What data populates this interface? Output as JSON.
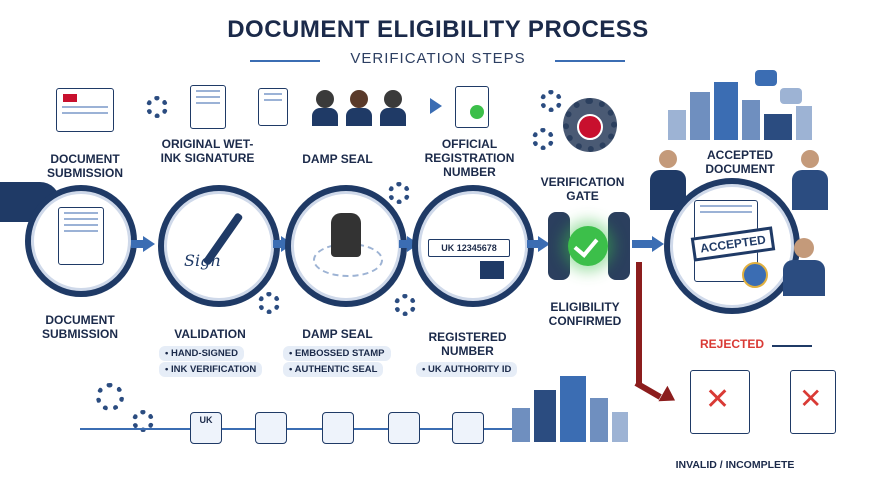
{
  "header": {
    "title": "DOCUMENT ELIGIBILITY PROCESS",
    "subtitle": "VERIFICATION STEPS"
  },
  "steps_top": [
    {
      "label": "DOCUMENT SUBMISSION"
    },
    {
      "label": "ORIGINAL WET-INK SIGNATURE"
    },
    {
      "label": "DAMP SEAL"
    },
    {
      "label": "OFFICIAL REGISTRATION NUMBER"
    },
    {
      "label": "VERIFICATION GATE"
    },
    {
      "label": "ACCEPTED DOCUMENT"
    }
  ],
  "steps_bottom": [
    {
      "label": "DOCUMENT SUBMISSION"
    },
    {
      "label": "VALIDATION",
      "pills": [
        "• HAND-SIGNED",
        "• INK VERIFICATION"
      ]
    },
    {
      "label": "DAMP SEAL",
      "pills": [
        "• EMBOSSED STAMP",
        "• AUTHENTIC SEAL"
      ]
    },
    {
      "label": "REGISTERED NUMBER",
      "pills": [
        "• UK AUTHORITY ID"
      ]
    },
    {
      "label": "ELIGIBILITY CONFIRMED"
    }
  ],
  "registration_sample": "UK 12345678",
  "accepted_stamp": "ACCEPTED",
  "rejected": {
    "label": "REJECTED",
    "caption": "INVALID / INCOMPLETE"
  },
  "doc_icon_text": "UK",
  "signature_text": "Sign",
  "colors": {
    "navy": "#1f3a66",
    "accent_blue": "#3b6db3",
    "gate_green": "#3cbf4a",
    "reject_red": "#d93a35",
    "reject_arrow": "#8c1d1d"
  }
}
